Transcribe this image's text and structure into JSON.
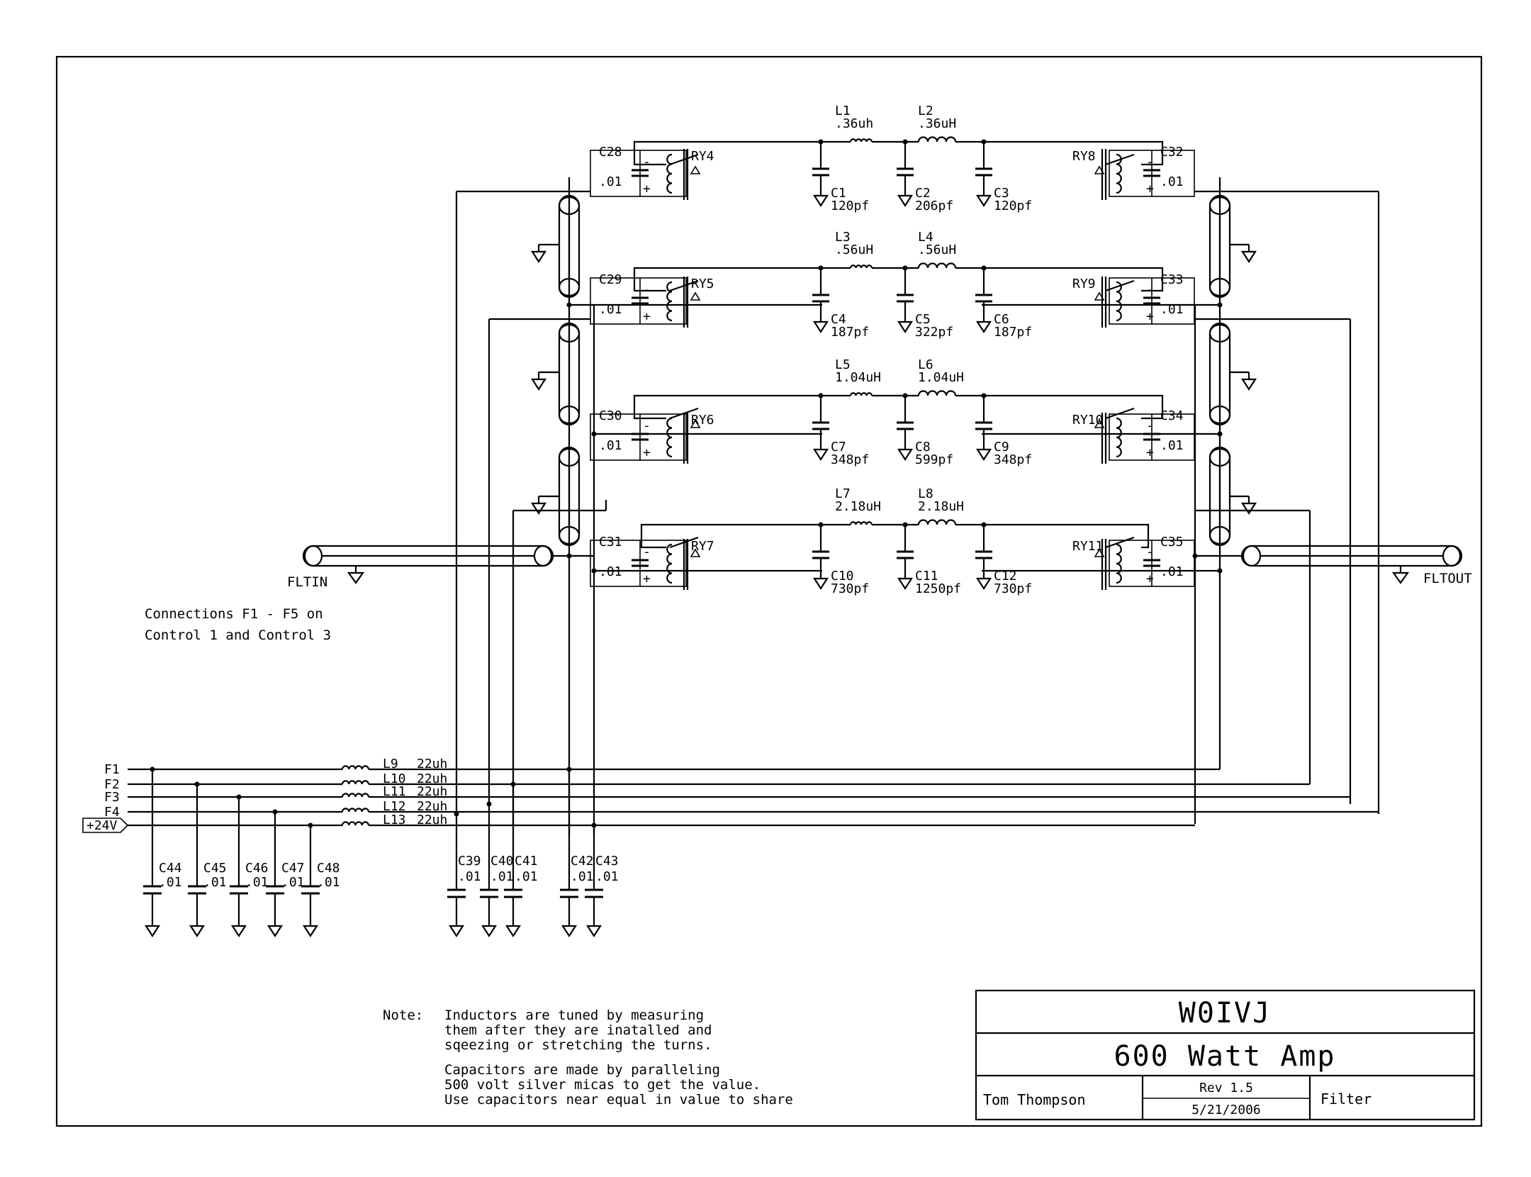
{
  "filter_sections": [
    {
      "inductors": [
        {
          "ref": "L1",
          "value": ".36uh"
        },
        {
          "ref": "L2",
          "value": ".36uH"
        }
      ],
      "caps": [
        {
          "ref": "C1",
          "value": "120pf"
        },
        {
          "ref": "C2",
          "value": "206pf"
        },
        {
          "ref": "C3",
          "value": "120pf"
        }
      ],
      "relay_in": "RY4",
      "relay_out": "RY8",
      "cap_in": {
        "ref": "C28",
        "value": ".01"
      },
      "cap_out": {
        "ref": "C32",
        "value": ".01"
      }
    },
    {
      "inductors": [
        {
          "ref": "L3",
          "value": ".56uH"
        },
        {
          "ref": "L4",
          "value": ".56uH"
        }
      ],
      "caps": [
        {
          "ref": "C4",
          "value": "187pf"
        },
        {
          "ref": "C5",
          "value": "322pf"
        },
        {
          "ref": "C6",
          "value": "187pf"
        }
      ],
      "relay_in": "RY5",
      "relay_out": "RY9",
      "cap_in": {
        "ref": "C29",
        "value": ".01"
      },
      "cap_out": {
        "ref": "C33",
        "value": ".01"
      }
    },
    {
      "inductors": [
        {
          "ref": "L5",
          "value": "1.04uH"
        },
        {
          "ref": "L6",
          "value": "1.04uH"
        }
      ],
      "caps": [
        {
          "ref": "C7",
          "value": "348pf"
        },
        {
          "ref": "C8",
          "value": "599pf"
        },
        {
          "ref": "C9",
          "value": "348pf"
        }
      ],
      "relay_in": "RY6",
      "relay_out": "RY10",
      "cap_in": {
        "ref": "C30",
        "value": ".01"
      },
      "cap_out": {
        "ref": "C34",
        "value": ".01"
      }
    },
    {
      "inductors": [
        {
          "ref": "L7",
          "value": "2.18uH"
        },
        {
          "ref": "L8",
          "value": "2.18uH"
        }
      ],
      "caps": [
        {
          "ref": "C10",
          "value": "730pf"
        },
        {
          "ref": "C11",
          "value": "1250pf"
        },
        {
          "ref": "C12",
          "value": "730pf"
        }
      ],
      "relay_in": "RY7",
      "relay_out": "RY11",
      "cap_in": {
        "ref": "C31",
        "value": ".01"
      },
      "cap_out": {
        "ref": "C35",
        "value": ".01"
      }
    }
  ],
  "ports": {
    "input": "FLTIN",
    "output": "FLTOUT"
  },
  "control_lines": [
    {
      "name": "F1",
      "choke": "L9",
      "value": "22uh"
    },
    {
      "name": "F2",
      "choke": "L10",
      "value": "22uh"
    },
    {
      "name": "F3",
      "choke": "L11",
      "value": "22uh"
    },
    {
      "name": "F4",
      "choke": "L12",
      "value": "22uh"
    },
    {
      "name": "+24V",
      "choke": "L13",
      "value": "22uh"
    }
  ],
  "bypass_left": [
    {
      "ref": "C44",
      "value": ".01"
    },
    {
      "ref": "C45",
      "value": ".01"
    },
    {
      "ref": "C46",
      "value": ".01"
    },
    {
      "ref": "C47",
      "value": ".01"
    },
    {
      "ref": "C48",
      "value": ".01"
    }
  ],
  "bypass_right": [
    {
      "ref": "C39",
      "value": ".01"
    },
    {
      "ref": "C40",
      "value": ".01"
    },
    {
      "ref": "C41",
      "value": ".01"
    },
    {
      "ref": "C42",
      "value": ".01"
    },
    {
      "ref": "C43",
      "value": ".01"
    }
  ],
  "connections_note": {
    "line1": "Connections F1 - F5 on",
    "line2": "Control 1 and Control 3"
  },
  "note": {
    "label": "Note:",
    "p1": [
      "Inductors are tuned by measuring",
      "them after they are inatalled and",
      "sqeezing or stretching the turns."
    ],
    "p2": [
      "Capacitors are made by paralleling",
      "500 volt silver micas to get the value.",
      "Use capacitors near equal in value to share"
    ]
  },
  "title_block": {
    "callsign": "W0IVJ",
    "project": "600 Watt Amp",
    "author": "Tom Thompson",
    "revision": "Rev 1.5",
    "date": "5/21/2006",
    "sheet": "Filter"
  }
}
